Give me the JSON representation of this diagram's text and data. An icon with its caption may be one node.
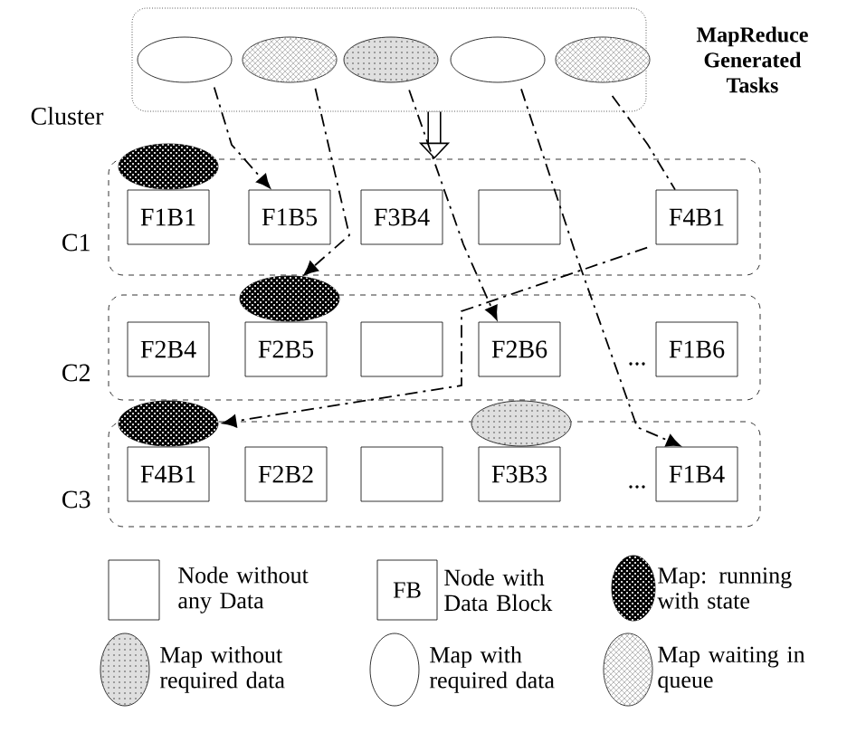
{
  "diagram": {
    "nodes": [
      {
        "text": [
          "MapReduce Generated Tasks"
        ]
      },
      {
        "text": [],
        "shape": "ellipse",
        "in": 0
      },
      {
        "text": [],
        "shape": "ellipse",
        "in": 0
      },
      {
        "text": [],
        "shape": "ellipse",
        "in": 0
      },
      {
        "text": [],
        "shape": "ellipse",
        "in": 0
      },
      {
        "text": [],
        "shape": "ellipse",
        "in": 0
      },
      {
        "text": [
          "C1"
        ]
      },
      {
        "text": [],
        "shape": "ellipse"
      },
      {
        "text": [
          "F1B1"
        ],
        "in": 6
      },
      {
        "text": [
          "F1B5"
        ],
        "in": 6
      },
      {
        "text": [
          "F3B4"
        ],
        "in": 6
      },
      {
        "text": [],
        "shape": "box",
        "in": 6
      },
      {
        "text": [
          "F4B1"
        ],
        "in": 6
      },
      {
        "text": [
          "C2"
        ]
      },
      {
        "text": [],
        "shape": "ellipse"
      },
      {
        "text": [
          "F2B4"
        ],
        "in": 13
      },
      {
        "text": [
          "F2B5"
        ],
        "in": 13
      },
      {
        "text": [],
        "shape": "box",
        "in": 13
      },
      {
        "text": [
          "F2B6"
        ],
        "in": 13
      },
      {
        "text": [
          "F1B6"
        ],
        "in": 13
      },
      {
        "text": [
          "C3"
        ]
      },
      {
        "text": [],
        "shape": "ellipse"
      },
      {
        "text": [
          "F4B1"
        ],
        "in": 20
      },
      {
        "text": [
          "F2B2"
        ],
        "in": 20
      },
      {
        "text": [],
        "shape": "box",
        "in": 20
      },
      {
        "text": [],
        "shape": "ellipse"
      },
      {
        "text": [
          "F3B3"
        ],
        "in": 20
      },
      {
        "text": [
          "F1B4"
        ],
        "in": 20
      }
    ],
    "edges": [
      {
        "from": 1,
        "to": 9,
        "arrow": "to",
        "style": "dashed"
      },
      {
        "from": 2,
        "to": 14,
        "arrow": "to",
        "style": "dashed"
      },
      {
        "from": 3,
        "to": 18,
        "arrow": "to",
        "style": "dashed"
      },
      {
        "from": 4,
        "to": 27,
        "arrow": "to",
        "style": "dashed"
      },
      {
        "from": 5,
        "to": 12,
        "arrow": "none",
        "style": "dashed"
      },
      {
        "from": 12,
        "to": 21,
        "arrow": "to",
        "style": "dashed"
      },
      {
        "from": 0,
        "to": 6,
        "arrow": "to",
        "style": "thick"
      }
    ],
    "labels": [
      "Cluster",
      "...",
      "...",
      "FB"
    ],
    "legend": [
      {
        "text": "Node without any Data"
      },
      {
        "text": "Node with Data Block"
      },
      {
        "text": "Map: running with state"
      },
      {
        "text": "Map without required data"
      },
      {
        "text": "Map with required data"
      },
      {
        "text": "Map waiting in queue"
      }
    ]
  }
}
